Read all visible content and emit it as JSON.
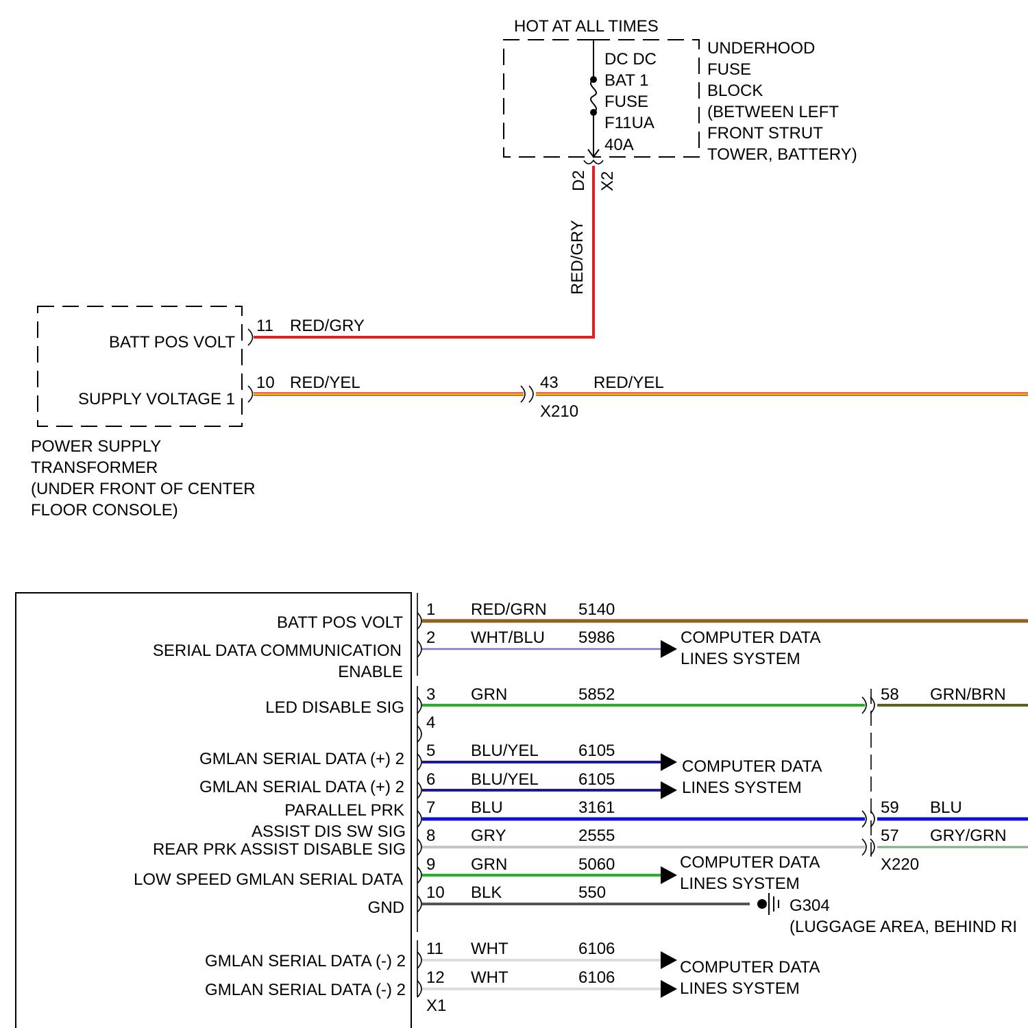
{
  "colors": {
    "red": "#e02020",
    "yellow": "#f5e000",
    "green": "#22b422",
    "dark_green": "#2f7a1e",
    "blue": "#1010d8",
    "navy": "#1a1a99",
    "gray": "#c4c4c4",
    "black": "#555555",
    "white_wire": "#dcdcdc",
    "brown_red": "#c03010"
  },
  "fuse_block": {
    "hot_label": "HOT AT ALL TIMES",
    "fuse_lines": [
      "DC DC",
      "BAT 1",
      "FUSE",
      "F11UA",
      "40A"
    ],
    "location_lines": [
      "UNDERHOOD",
      "FUSE",
      "BLOCK",
      "(BETWEEN LEFT",
      "FRONT STRUT",
      "TOWER, BATTERY)"
    ],
    "pin": "D2",
    "connector": "X2",
    "wire_color": "RED/GRY"
  },
  "transformer": {
    "pins": [
      {
        "label": "BATT POS VOLT",
        "pin": "11",
        "wire": "RED/GRY"
      },
      {
        "label": "SUPPLY VOLTAGE 1",
        "pin": "10",
        "wire": "RED/YEL"
      }
    ],
    "location_lines": [
      "POWER SUPPLY",
      "TRANSFORMER",
      "(UNDER FRONT OF CENTER",
      "FLOOR CONSOLE)"
    ]
  },
  "x210": {
    "connector": "X210",
    "pin": "43",
    "wire": "RED/YEL"
  },
  "module": {
    "labels": [
      "BATT POS VOLT",
      "SERIAL DATA COMMUNICATION",
      "ENABLE",
      "LED DISABLE SIG",
      "GMLAN SERIAL DATA (+) 2",
      "GMLAN SERIAL DATA (+) 2",
      "PARALLEL PRK",
      "ASSIST DIS SW SIG",
      "REAR PRK ASSIST DISABLE SIG",
      "LOW SPEED GMLAN SERIAL DATA",
      "GND",
      "GMLAN SERIAL DATA (-) 2",
      "GMLAN SERIAL DATA (-) 2"
    ],
    "connector": "X1",
    "wires": [
      {
        "pin": "1",
        "color": "RED/GRN",
        "circuit": "5140"
      },
      {
        "pin": "2",
        "color": "WHT/BLU",
        "circuit": "5986"
      },
      {
        "pin": "3",
        "color": "GRN",
        "circuit": "5852"
      },
      {
        "pin": "4",
        "color": "",
        "circuit": ""
      },
      {
        "pin": "5",
        "color": "BLU/YEL",
        "circuit": "6105"
      },
      {
        "pin": "6",
        "color": "BLU/YEL",
        "circuit": "6105"
      },
      {
        "pin": "7",
        "color": "BLU",
        "circuit": "3161"
      },
      {
        "pin": "8",
        "color": "GRY",
        "circuit": "2555"
      },
      {
        "pin": "9",
        "color": "GRN",
        "circuit": "5060"
      },
      {
        "pin": "10",
        "color": "BLK",
        "circuit": "550"
      },
      {
        "pin": "11",
        "color": "WHT",
        "circuit": "6106"
      },
      {
        "pin": "12",
        "color": "WHT",
        "circuit": "6106"
      }
    ]
  },
  "x220": {
    "connector": "X220",
    "pins": [
      {
        "pin": "58",
        "wire": "GRN/BRN"
      },
      {
        "pin": "59",
        "wire": "BLU"
      },
      {
        "pin": "57",
        "wire": "GRY/GRN"
      }
    ]
  },
  "destinations": {
    "cdl_lines": [
      "COMPUTER DATA",
      "LINES SYSTEM"
    ]
  },
  "ground": {
    "name": "G304",
    "location": "(LUGGAGE AREA, BEHIND RI"
  }
}
